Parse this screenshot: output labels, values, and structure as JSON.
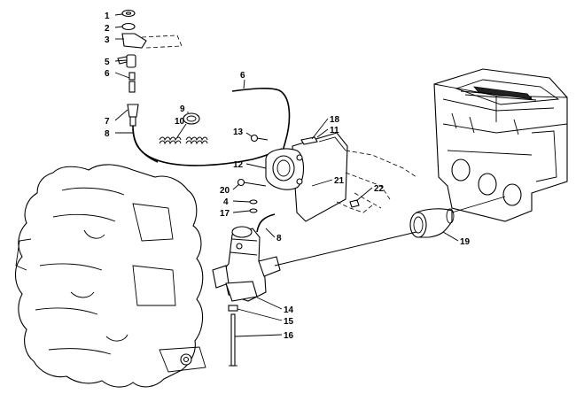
{
  "labels": [
    {
      "id": "1",
      "text": "1"
    },
    {
      "id": "2",
      "text": "2"
    },
    {
      "id": "3",
      "text": "3"
    },
    {
      "id": "5",
      "text": "5"
    },
    {
      "id": "6a",
      "text": "6"
    },
    {
      "id": "7",
      "text": "7"
    },
    {
      "id": "8a",
      "text": "8"
    },
    {
      "id": "9",
      "text": "9"
    },
    {
      "id": "10",
      "text": "10"
    },
    {
      "id": "6b",
      "text": "6"
    },
    {
      "id": "13",
      "text": "13"
    },
    {
      "id": "18",
      "text": "18"
    },
    {
      "id": "11",
      "text": "11"
    },
    {
      "id": "12",
      "text": "12"
    },
    {
      "id": "21",
      "text": "21"
    },
    {
      "id": "20",
      "text": "20"
    },
    {
      "id": "4",
      "text": "4"
    },
    {
      "id": "17",
      "text": "17"
    },
    {
      "id": "22",
      "text": "22"
    },
    {
      "id": "8b",
      "text": "8"
    },
    {
      "id": "19",
      "text": "19"
    },
    {
      "id": "14",
      "text": "14"
    },
    {
      "id": "15",
      "text": "15"
    },
    {
      "id": "16",
      "text": "16"
    }
  ]
}
